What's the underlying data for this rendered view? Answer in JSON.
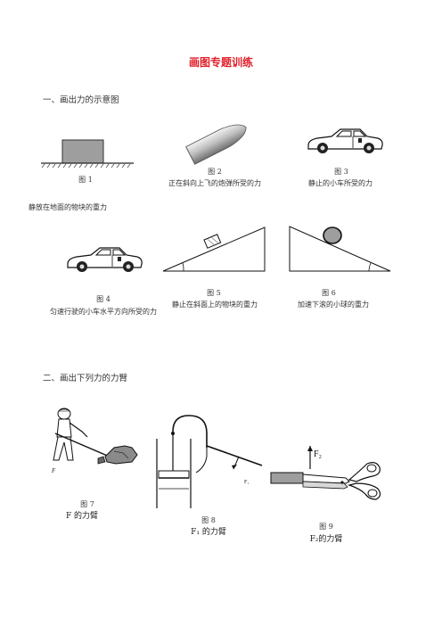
{
  "title": "画图专题训练",
  "section1": {
    "heading": "一、画出力的示意图"
  },
  "section2": {
    "heading": "二、画出下列力的力臂"
  },
  "figures": {
    "fig1": {
      "label": "图 1",
      "desc": "静放在地面的物块的重力"
    },
    "fig2": {
      "label": "图 2",
      "desc": "正在斜向上飞的炮弹所受的力"
    },
    "fig3": {
      "label": "图 3",
      "desc": "静止的小车所受的力"
    },
    "fig4": {
      "label": "图 4",
      "desc": "匀速行驶的小车水平方向所受的力"
    },
    "fig5": {
      "label": "图 5",
      "desc": "静止在斜面上的物块的重力"
    },
    "fig6": {
      "label": "图 6",
      "desc": "加速下滚的小球的重力"
    },
    "fig7": {
      "label": "图 7",
      "desc": "F 的力臂",
      "mark": "F"
    },
    "fig8": {
      "label": "图 8",
      "desc": "F₁ 的力臂",
      "mark": "F₁"
    },
    "fig9": {
      "label": "图 9",
      "desc": "F₂的力臂",
      "mark": "F₂"
    }
  }
}
